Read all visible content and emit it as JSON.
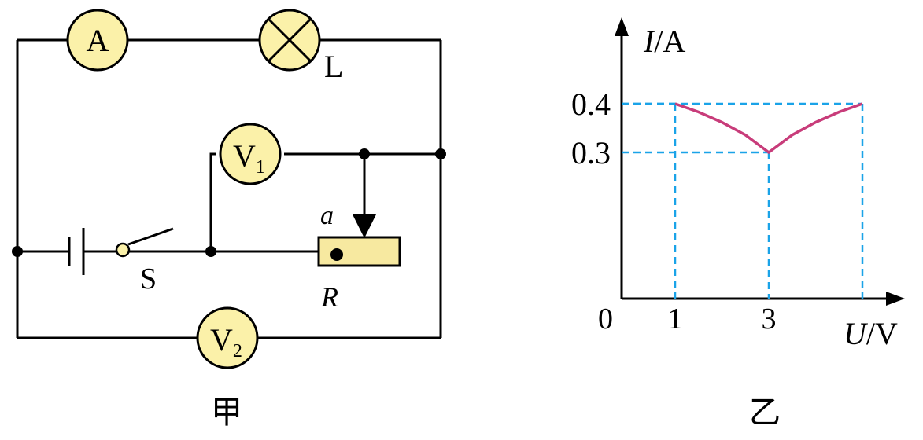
{
  "circuit": {
    "caption": "甲",
    "ammeter_label": "A",
    "lamp_label": "L",
    "voltmeter1_letter": "V",
    "voltmeter1_sub": "1",
    "voltmeter2_letter": "V",
    "voltmeter2_sub": "2",
    "switch_label": "S",
    "slider_label": "a",
    "resistor_label": "R",
    "colors": {
      "wire": "#000000",
      "meter_fill": "#fbf1a9",
      "resistor_fill": "#f7e9a0"
    }
  },
  "graph": {
    "caption": "乙",
    "y_axis_italic": "I",
    "y_axis_unit": "/A",
    "x_axis_italic": "U",
    "x_axis_unit": "/V",
    "origin_label": "0",
    "colors": {
      "curve": "#c83c7a",
      "guide": "#1aa3e8"
    }
  },
  "chart_data": {
    "type": "line",
    "x_ticks": [
      "1",
      "3"
    ],
    "y_ticks": [
      "0.3",
      "0.4"
    ],
    "series": [
      {
        "x": [
          1,
          1.5,
          2,
          2.5,
          3,
          3.5,
          4,
          4.5,
          5
        ],
        "y": [
          0.4,
          0.383,
          0.362,
          0.336,
          0.3,
          0.336,
          0.362,
          0.383,
          0.4
        ]
      }
    ],
    "guides": [
      {
        "x": 1,
        "y": 0.4
      },
      {
        "x": 3,
        "y": 0.3
      },
      {
        "x": 5,
        "y": 0.4
      }
    ]
  }
}
